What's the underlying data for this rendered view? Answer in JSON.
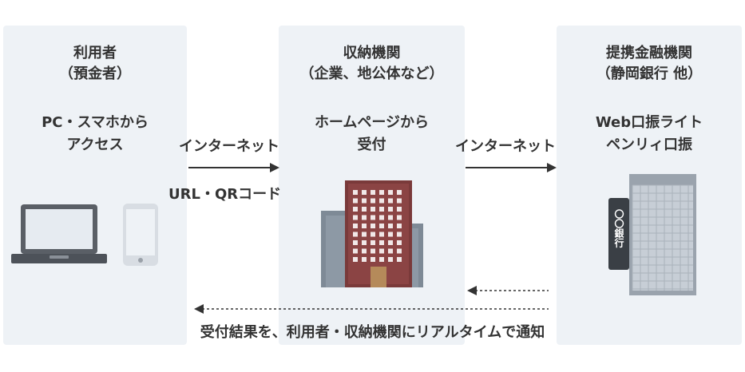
{
  "panels": {
    "user": {
      "title": "利用者",
      "subtitle": "（預金者）",
      "desc1": "PC・スマホから",
      "desc2": "アクセス"
    },
    "agency": {
      "title": "収納機関",
      "subtitle": "（企業、地公体など）",
      "desc1": "ホームページから",
      "desc2": "受付"
    },
    "bank": {
      "title": "提携金融機関",
      "subtitle": "（静岡銀行 他）",
      "desc1": "Web口振ライト",
      "desc2": "ペンリィ口振"
    }
  },
  "arrows": {
    "left_label": "インターネット",
    "left_sublabel": "URL・QRコード",
    "right_label": "インターネット"
  },
  "bank_sign": "〇〇銀行",
  "footer": "受付結果を、利用者・収納機関にリアルタイムで通知"
}
